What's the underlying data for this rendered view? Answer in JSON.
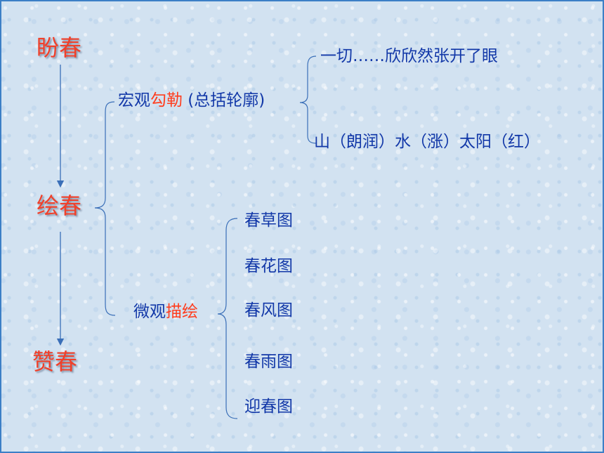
{
  "stages": {
    "s1": "盼春",
    "s2": "绘春",
    "s3": "赞春"
  },
  "macro": {
    "prefix": "宏观",
    "highlight": "勾勒",
    "suffix": " (总括轮廓)",
    "details": [
      "一切……欣欣然张开了眼",
      "山（朗润）水（涨）太阳（红）"
    ]
  },
  "micro": {
    "prefix": "微观",
    "highlight": "描绘",
    "pictures": [
      "春草图",
      "春花图",
      "春风图",
      "春雨图",
      "迎春图"
    ]
  },
  "colors": {
    "stage": "#f0402a",
    "text": "#1238a8",
    "highlight": "#ff3d1e",
    "line": "#3a6fb8"
  }
}
